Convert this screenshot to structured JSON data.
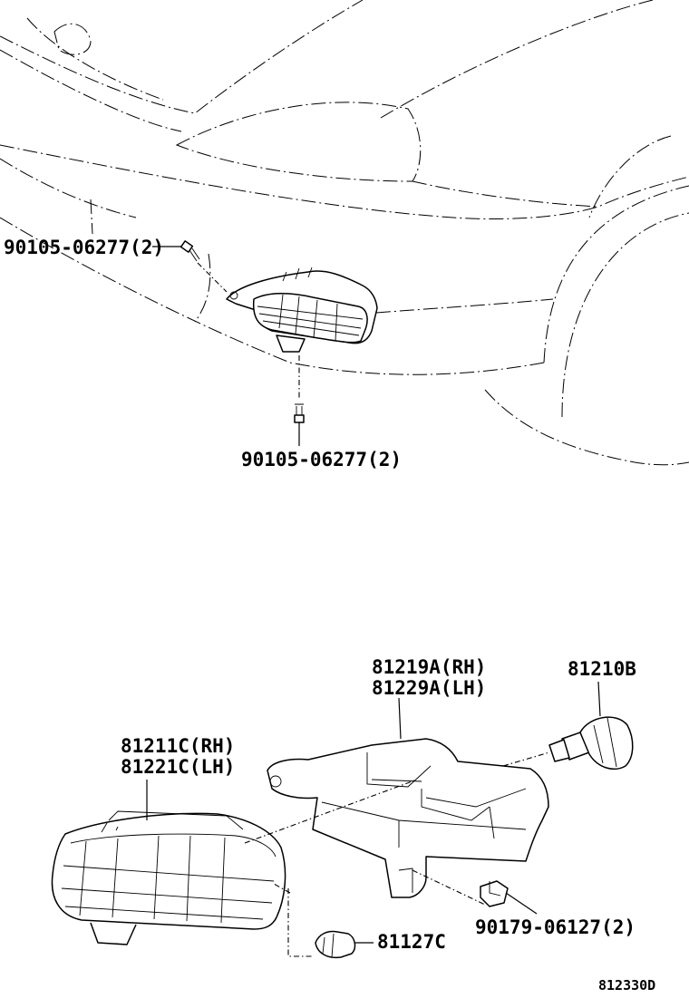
{
  "diagram": {
    "labels": {
      "bolt_upper": "90105-06277(2)",
      "bolt_lower": "90105-06277(2)",
      "lens_rh": "81211C(RH)",
      "lens_lh": "81221C(LH)",
      "housing_rh": "81219A(RH)",
      "housing_lh": "81229A(LH)",
      "bulb": "81210B",
      "socket": "81127C",
      "clip": "90179-06127(2)",
      "drawing_code": "812330D"
    }
  }
}
